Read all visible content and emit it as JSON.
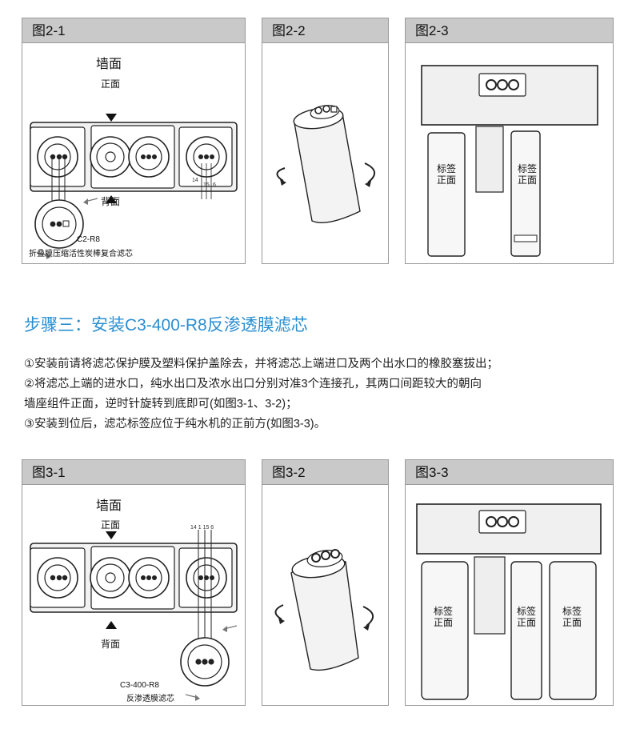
{
  "section1": {
    "fig_2_1": {
      "title": "图2-1",
      "wall": "墙面",
      "front": "正面",
      "back": "背面",
      "marks_a": "14",
      "marks_b": "15",
      "marks_c": "6",
      "model": "C2-R8",
      "caption": "折叠膜压缩活性炭棒复合滤芯"
    },
    "fig_2_2": {
      "title": "图2-2"
    },
    "fig_2_3": {
      "title": "图2-3",
      "label_line1": "标签",
      "label_line2": "正面"
    }
  },
  "step": {
    "heading": "步骤三：安装C3-400-R8反渗透膜滤芯",
    "lines": [
      "①安装前请将滤芯保护膜及塑料保护盖除去，并将滤芯上端进口及两个出水口的橡胶塞拔出；",
      "②将滤芯上端的进水口，纯水出口及浓水出口分别对准3个连接孔，其两口间距较大的朝向",
      "墙座组件正面，逆时针旋转到底即可(如图3-1、3-2)；",
      "③安装到位后，滤芯标签应位于纯水机的正前方(如图3-3)。"
    ]
  },
  "section2": {
    "fig_3_1": {
      "title": "图3-1",
      "wall": "墙面",
      "front": "正面",
      "back": "背面",
      "marks": "14 1 15 6",
      "model": "C3-400-R8",
      "caption": "反渗透膜滤芯"
    },
    "fig_3_2": {
      "title": "图3-2"
    },
    "fig_3_3": {
      "title": "图3-3",
      "label_line1": "标签",
      "label_line2": "正面"
    }
  }
}
